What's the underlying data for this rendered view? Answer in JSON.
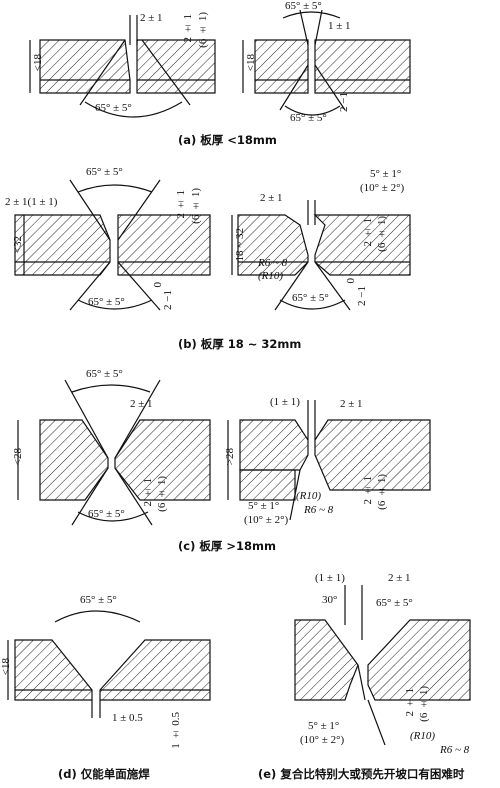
{
  "captions": {
    "a": "(a) 板厚 <18mm",
    "b": "(b) 板厚 18 ~ 32mm",
    "c": "(c) 板厚 >18mm",
    "d": "(d) 仅能单面施焊",
    "e": "(e) 复合比特别大或预先开坡口有困难时"
  },
  "labels": {
    "gap_2": "2 ± 1",
    "gap_1": "1 ± 1",
    "gap_21_11": "2 ± 1(1 ± 1)",
    "gap_paren_11": "(1 ± 1)",
    "gap_05": "1 ± 0.5",
    "root_15": "1 ± 0.5",
    "angle_65": "65° ± 5°",
    "angle_30": "30°",
    "angle_5": "5° ± 1°",
    "angle_10": "(10° ± 2°)",
    "v21": "2 ± 1",
    "v61": "(6 ± 1)",
    "v21b": "2 ± 1",
    "t18": "<18",
    "t32": "<32",
    "t1832": "18 ~ 32",
    "t28a": "<28",
    "t28b": ">28",
    "r68": "R6 ~ 8",
    "r10": "(R10)",
    "r10b": "(R10)",
    "zero": "0",
    "two_m1": "2 −1",
    "two_m1b": "2 −1"
  }
}
